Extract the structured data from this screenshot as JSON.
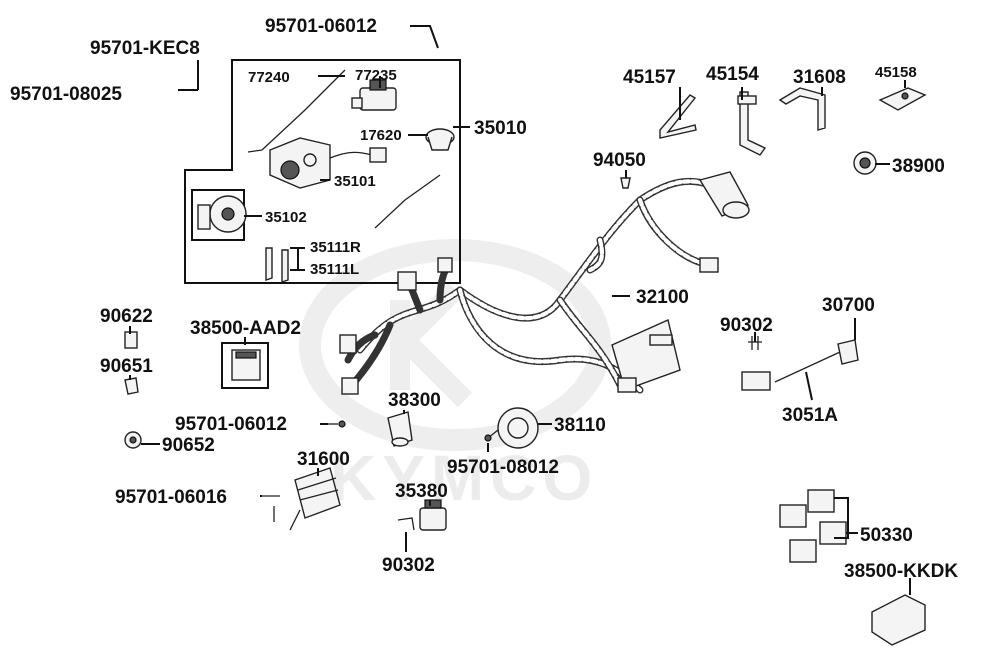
{
  "watermark": "KYMCO",
  "labels": {
    "p95701_06012_top": "95701-06012",
    "p95701_kec8": "95701-KEC8",
    "p95701_08025": "95701-08025",
    "p77240": "77240",
    "p77235": "77235",
    "p17620": "17620",
    "p35010": "35010",
    "p35101": "35101",
    "p35102": "35102",
    "p35111r": "35111R",
    "p35111l": "35111L",
    "p45157": "45157",
    "p45154": "45154",
    "p31608": "31608",
    "p45158": "45158",
    "p94050": "94050",
    "p38900": "38900",
    "p32100": "32100",
    "p90622": "90622",
    "p38500_aad2": "38500-AAD2",
    "p90651": "90651",
    "p90302_right": "90302",
    "p30700": "30700",
    "p95701_06012_mid": "95701-06012",
    "p38300": "38300",
    "p38110": "38110",
    "p90652": "90652",
    "p3051a": "3051A",
    "p31600": "31600",
    "p95701_08012": "95701-08012",
    "p35380": "35380",
    "p95701_06016": "95701-06016",
    "p90302_bottom": "90302",
    "p50330": "50330",
    "p38500_kkdk": "38500-KKDK"
  }
}
